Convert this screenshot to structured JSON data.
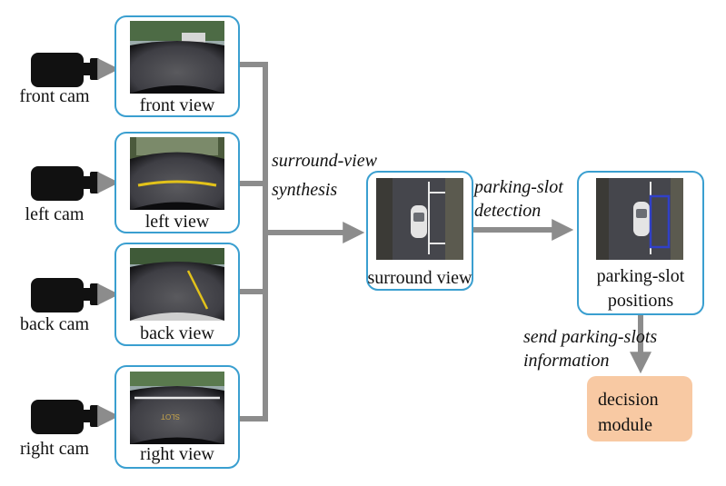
{
  "cameras": [
    {
      "label": "front cam",
      "view": "front view"
    },
    {
      "label": "left cam",
      "view": "left view"
    },
    {
      "label": "back cam",
      "view": "back view"
    },
    {
      "label": "right cam",
      "view": "right view"
    }
  ],
  "steps": {
    "synthesis": [
      "surround-view",
      "synthesis"
    ],
    "surround_view": "surround view",
    "detection": [
      "parking-slot",
      "detection"
    ],
    "positions": [
      "parking-slot",
      "positions"
    ],
    "send": [
      "send parking-slots",
      "information"
    ],
    "decision": [
      "decision",
      "module"
    ]
  },
  "colors": {
    "box_border": "#3a9fd0",
    "arrow": "#8c8c8c",
    "camera": "#111111",
    "decision_fill": "#f8c9a3",
    "slot_marker": "#3040c8"
  }
}
